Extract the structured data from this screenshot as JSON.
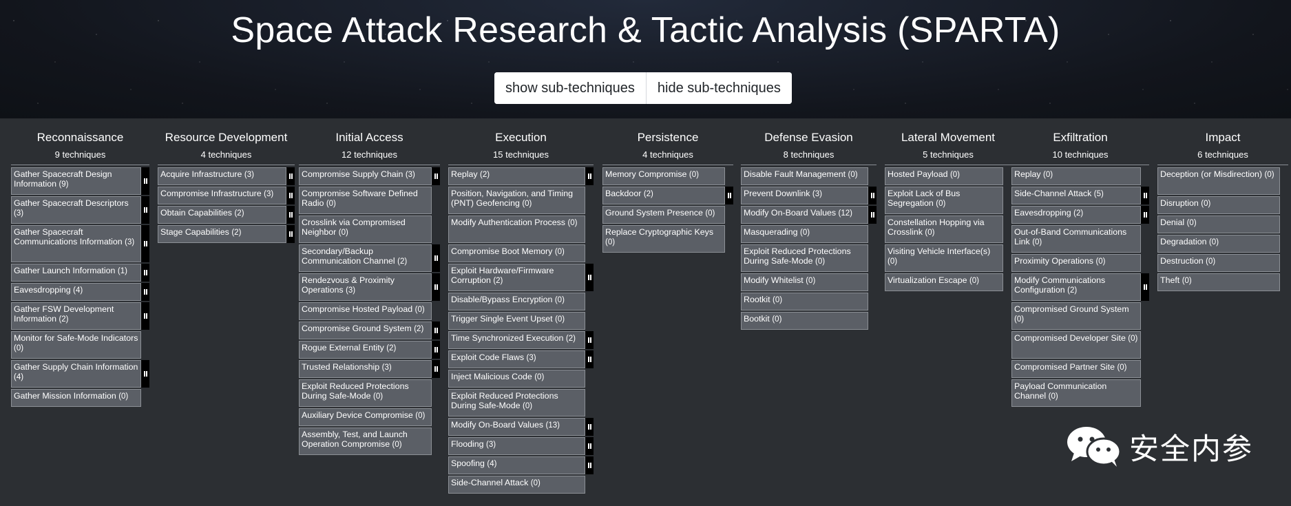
{
  "header": {
    "title": "Space Attack Research & Tactic Analysis (SPARTA)",
    "show_label": "show sub-techniques",
    "hide_label": "hide sub-techniques"
  },
  "watermark": {
    "text": "安全内参",
    "icon": "wechat-icon"
  },
  "colors": {
    "background": "#2c2f33",
    "cell": "#5b5f66",
    "cell_border": "#8c9096",
    "expander": "#000000"
  },
  "tactics": [
    {
      "name": "Reconnaissance",
      "count": "9 techniques",
      "techniques": [
        {
          "name": "Gather Spacecraft Design Information",
          "count": "(9)",
          "sub": true
        },
        {
          "name": "Gather Spacecraft Descriptors",
          "count": "(3)",
          "sub": true
        },
        {
          "name": "Gather Spacecraft Communications Information",
          "count": "(3)",
          "sub": true
        },
        {
          "name": "Gather Launch Information",
          "count": "(1)",
          "sub": true
        },
        {
          "name": "Eavesdropping",
          "count": "(4)",
          "sub": true
        },
        {
          "name": "Gather FSW Development Information",
          "count": "(2)",
          "sub": true
        },
        {
          "name": "Monitor for Safe-Mode Indicators",
          "count": "(0)",
          "sub": false
        },
        {
          "name": "Gather Supply Chain Information",
          "count": "(4)",
          "sub": true
        },
        {
          "name": "Gather Mission Information",
          "count": "(0)",
          "sub": false
        }
      ]
    },
    {
      "name": "Resource Development",
      "count": "4 techniques",
      "techniques": [
        {
          "name": "Acquire Infrastructure",
          "count": "(3)",
          "sub": true
        },
        {
          "name": "Compromise Infrastructure",
          "count": "(3)",
          "sub": true
        },
        {
          "name": "Obtain Capabilities",
          "count": "(2)",
          "sub": true
        },
        {
          "name": "Stage Capabilities",
          "count": "(2)",
          "sub": true
        }
      ]
    },
    {
      "name": "Initial Access",
      "count": "12 techniques",
      "techniques": [
        {
          "name": "Compromise Supply Chain",
          "count": "(3)",
          "sub": true
        },
        {
          "name": "Compromise Software Defined Radio",
          "count": "(0)",
          "sub": false
        },
        {
          "name": "Crosslink via Compromised Neighbor",
          "count": "(0)",
          "sub": false
        },
        {
          "name": "Secondary/Backup Communication Channel",
          "count": "(2)",
          "sub": true
        },
        {
          "name": "Rendezvous & Proximity Operations",
          "count": "(3)",
          "sub": true
        },
        {
          "name": "Compromise Hosted Payload",
          "count": "(0)",
          "sub": false
        },
        {
          "name": "Compromise Ground System",
          "count": "(2)",
          "sub": true
        },
        {
          "name": "Rogue External Entity",
          "count": "(2)",
          "sub": true
        },
        {
          "name": "Trusted Relationship",
          "count": "(3)",
          "sub": true
        },
        {
          "name": "Exploit Reduced Protections During Safe-Mode",
          "count": "(0)",
          "sub": false
        },
        {
          "name": "Auxiliary Device Compromise",
          "count": "(0)",
          "sub": false
        },
        {
          "name": "Assembly, Test, and Launch Operation Compromise",
          "count": "(0)",
          "sub": false
        }
      ]
    },
    {
      "name": "Execution",
      "count": "15 techniques",
      "techniques": [
        {
          "name": "Replay",
          "count": "(2)",
          "sub": true
        },
        {
          "name": "Position, Navigation, and Timing (PNT) Geofencing",
          "count": "(0)",
          "sub": false
        },
        {
          "name": "Modify Authentication Process",
          "count": "(0)",
          "sub": false
        },
        {
          "name": "Compromise Boot Memory",
          "count": "(0)",
          "sub": false
        },
        {
          "name": "Exploit Hardware/Firmware Corruption",
          "count": "(2)",
          "sub": true
        },
        {
          "name": "Disable/Bypass Encryption",
          "count": "(0)",
          "sub": false
        },
        {
          "name": "Trigger Single Event Upset",
          "count": "(0)",
          "sub": false
        },
        {
          "name": "Time Synchronized Execution",
          "count": "(2)",
          "sub": true
        },
        {
          "name": "Exploit Code Flaws",
          "count": "(3)",
          "sub": true
        },
        {
          "name": "Inject Malicious Code",
          "count": "(0)",
          "sub": false
        },
        {
          "name": "Exploit Reduced Protections During Safe-Mode",
          "count": "(0)",
          "sub": false
        },
        {
          "name": "Modify On-Board Values",
          "count": "(13)",
          "sub": true
        },
        {
          "name": "Flooding",
          "count": "(3)",
          "sub": true
        },
        {
          "name": "Spoofing",
          "count": "(4)",
          "sub": true
        },
        {
          "name": "Side-Channel Attack",
          "count": "(0)",
          "sub": false
        }
      ]
    },
    {
      "name": "Persistence",
      "count": "4 techniques",
      "techniques": [
        {
          "name": "Memory Compromise",
          "count": "(0)",
          "sub": false
        },
        {
          "name": "Backdoor",
          "count": "(2)",
          "sub": true
        },
        {
          "name": "Ground System Presence",
          "count": "(0)",
          "sub": false
        },
        {
          "name": "Replace Cryptographic Keys",
          "count": "(0)",
          "sub": false
        }
      ]
    },
    {
      "name": "Defense Evasion",
      "count": "8 techniques",
      "techniques": [
        {
          "name": "Disable Fault Management",
          "count": "(0)",
          "sub": false
        },
        {
          "name": "Prevent Downlink",
          "count": "(3)",
          "sub": true
        },
        {
          "name": "Modify On-Board Values",
          "count": "(12)",
          "sub": true
        },
        {
          "name": "Masquerading",
          "count": "(0)",
          "sub": false
        },
        {
          "name": "Exploit Reduced Protections During Safe-Mode",
          "count": "(0)",
          "sub": false
        },
        {
          "name": "Modify Whitelist",
          "count": "(0)",
          "sub": false
        },
        {
          "name": "Rootkit",
          "count": "(0)",
          "sub": false
        },
        {
          "name": "Bootkit",
          "count": "(0)",
          "sub": false
        }
      ]
    },
    {
      "name": "Lateral Movement",
      "count": "5 techniques",
      "techniques": [
        {
          "name": "Hosted Payload",
          "count": "(0)",
          "sub": false
        },
        {
          "name": "Exploit Lack of Bus Segregation",
          "count": "(0)",
          "sub": false
        },
        {
          "name": "Constellation Hopping via Crosslink",
          "count": "(0)",
          "sub": false
        },
        {
          "name": "Visiting Vehicle Interface(s)",
          "count": "(0)",
          "sub": false
        },
        {
          "name": "Virtualization Escape",
          "count": "(0)",
          "sub": false
        }
      ]
    },
    {
      "name": "Exfiltration",
      "count": "10 techniques",
      "techniques": [
        {
          "name": "Replay",
          "count": "(0)",
          "sub": false
        },
        {
          "name": "Side-Channel Attack",
          "count": "(5)",
          "sub": true
        },
        {
          "name": "Eavesdropping",
          "count": "(2)",
          "sub": true
        },
        {
          "name": "Out-of-Band Communications Link",
          "count": "(0)",
          "sub": false
        },
        {
          "name": "Proximity Operations",
          "count": "(0)",
          "sub": false
        },
        {
          "name": "Modify Communications Configuration",
          "count": "(2)",
          "sub": true
        },
        {
          "name": "Compromised Ground System",
          "count": "(0)",
          "sub": false
        },
        {
          "name": "Compromised Developer Site",
          "count": "(0)",
          "sub": false
        },
        {
          "name": "Compromised Partner Site",
          "count": "(0)",
          "sub": false
        },
        {
          "name": "Payload Communication Channel",
          "count": "(0)",
          "sub": false
        }
      ]
    },
    {
      "name": "Impact",
      "count": "6 techniques",
      "techniques": [
        {
          "name": "Deception (or Misdirection)",
          "count": "(0)",
          "sub": false
        },
        {
          "name": "Disruption",
          "count": "(0)",
          "sub": false
        },
        {
          "name": "Denial",
          "count": "(0)",
          "sub": false
        },
        {
          "name": "Degradation",
          "count": "(0)",
          "sub": false
        },
        {
          "name": "Destruction",
          "count": "(0)",
          "sub": false
        },
        {
          "name": "Theft",
          "count": "(0)",
          "sub": false
        }
      ]
    }
  ]
}
